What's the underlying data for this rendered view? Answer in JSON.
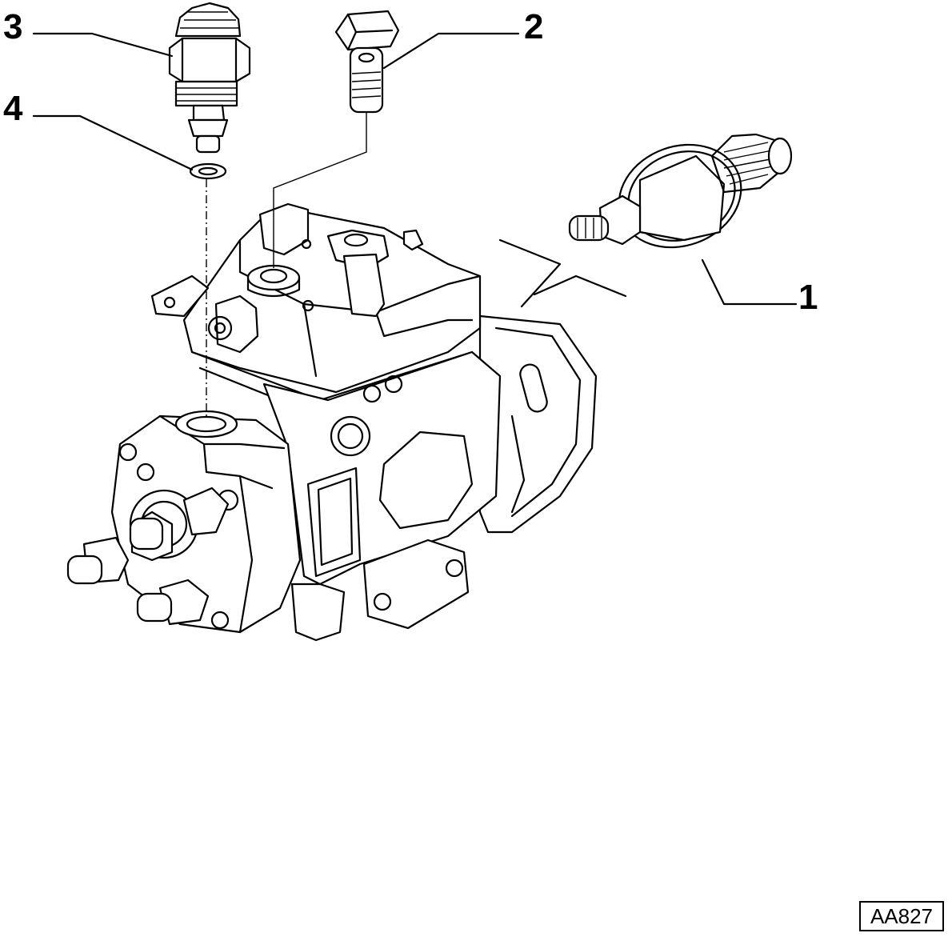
{
  "callouts": {
    "c1": "1",
    "c2": "2",
    "c3": "3",
    "c4": "4"
  },
  "reference_code": "AA827",
  "colors": {
    "line": "#000000",
    "background": "#ffffff"
  }
}
